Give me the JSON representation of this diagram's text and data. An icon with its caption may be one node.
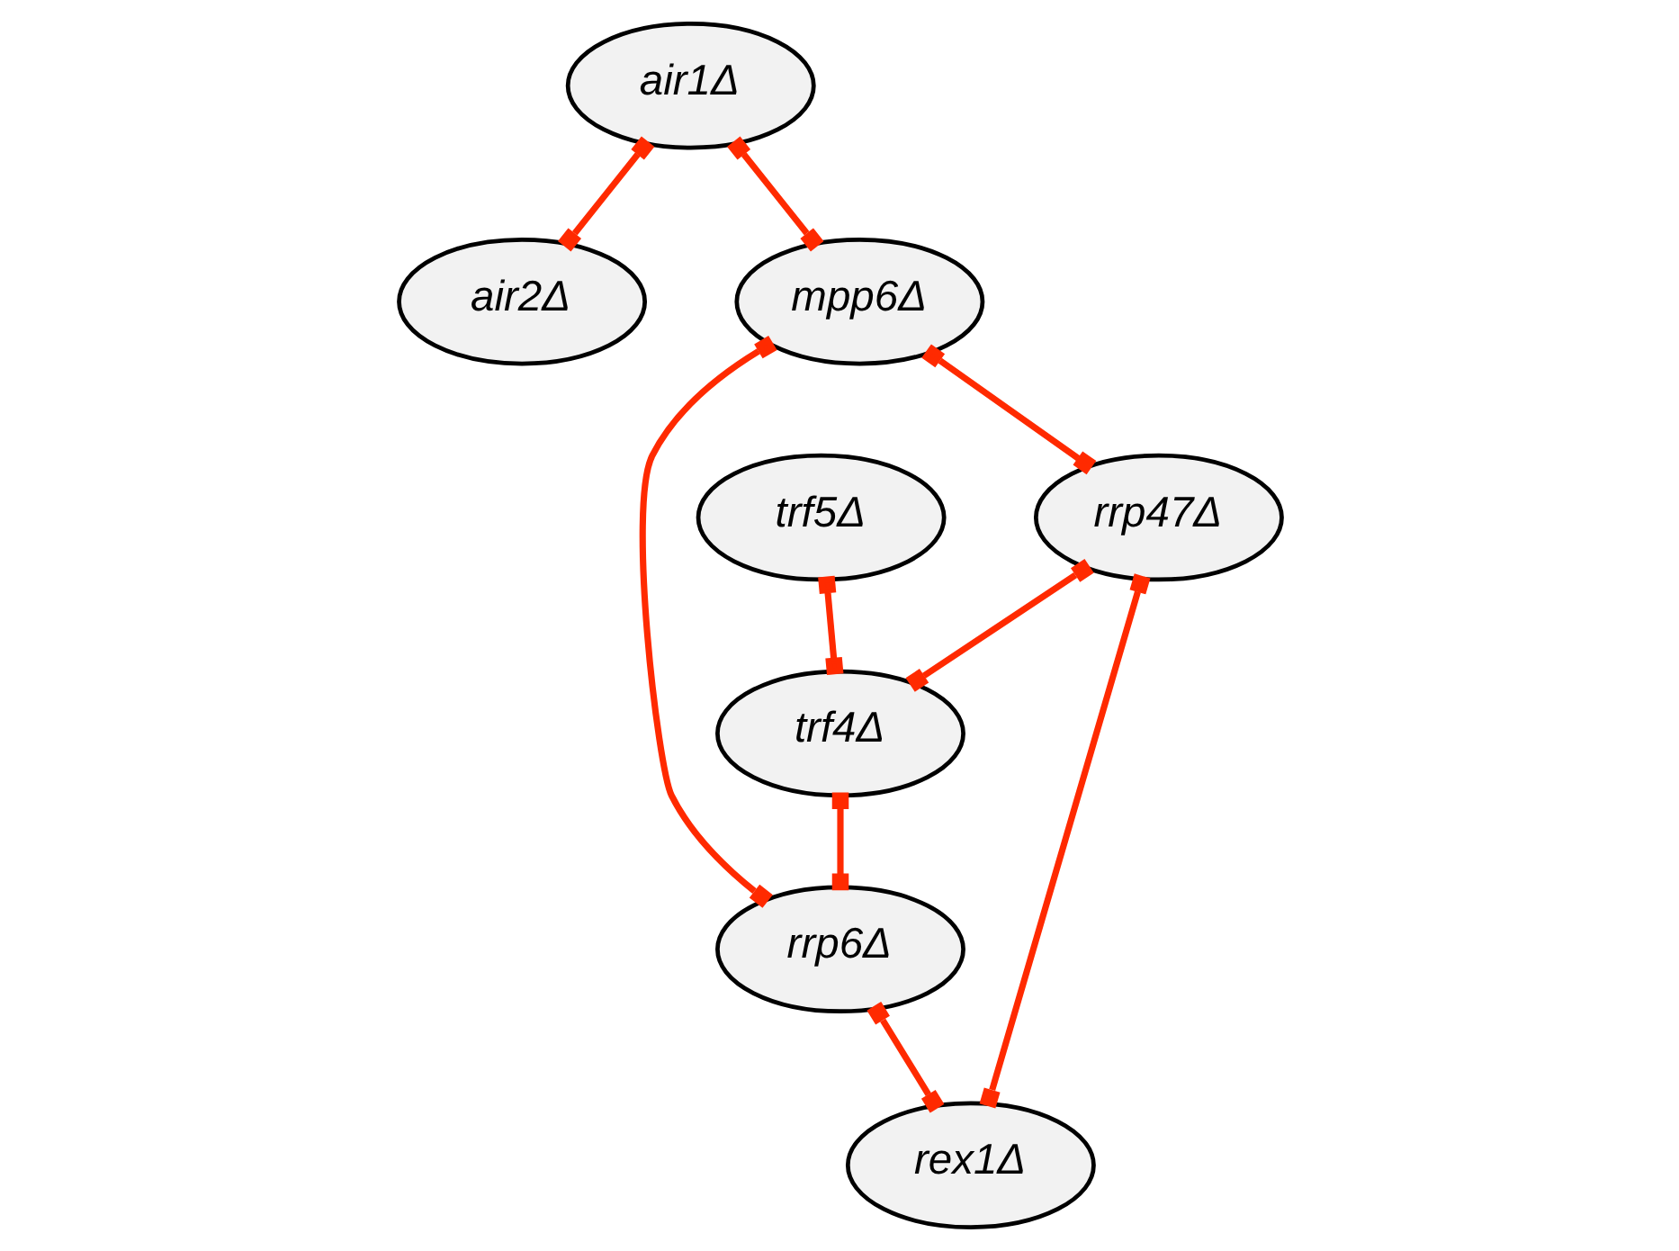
{
  "diagram": {
    "nodes": [
      {
        "text": [
          "air1Δ"
        ]
      },
      {
        "text": [
          "air2Δ"
        ]
      },
      {
        "text": [
          "mpp6Δ"
        ]
      },
      {
        "text": [
          "trf5Δ"
        ]
      },
      {
        "text": [
          "trf4Δ"
        ]
      },
      {
        "text": [
          "rrp47Δ"
        ]
      },
      {
        "text": [
          "rrp6Δ"
        ]
      },
      {
        "text": [
          "rex1Δ"
        ]
      }
    ],
    "edges": [
      {
        "from": 0,
        "to": 2,
        "arrow": "other"
      },
      {
        "from": 0,
        "to": 1,
        "arrow": "other"
      },
      {
        "from": 2,
        "to": 5,
        "arrow": "other"
      },
      {
        "from": 2,
        "to": 6,
        "arrow": "other"
      },
      {
        "from": 5,
        "to": 4,
        "arrow": "other"
      },
      {
        "from": 3,
        "to": 4,
        "arrow": "other"
      },
      {
        "from": 5,
        "to": 7,
        "arrow": "other"
      },
      {
        "from": 4,
        "to": 6,
        "arrow": "other"
      },
      {
        "from": 6,
        "to": 7,
        "arrow": "other"
      }
    ]
  }
}
